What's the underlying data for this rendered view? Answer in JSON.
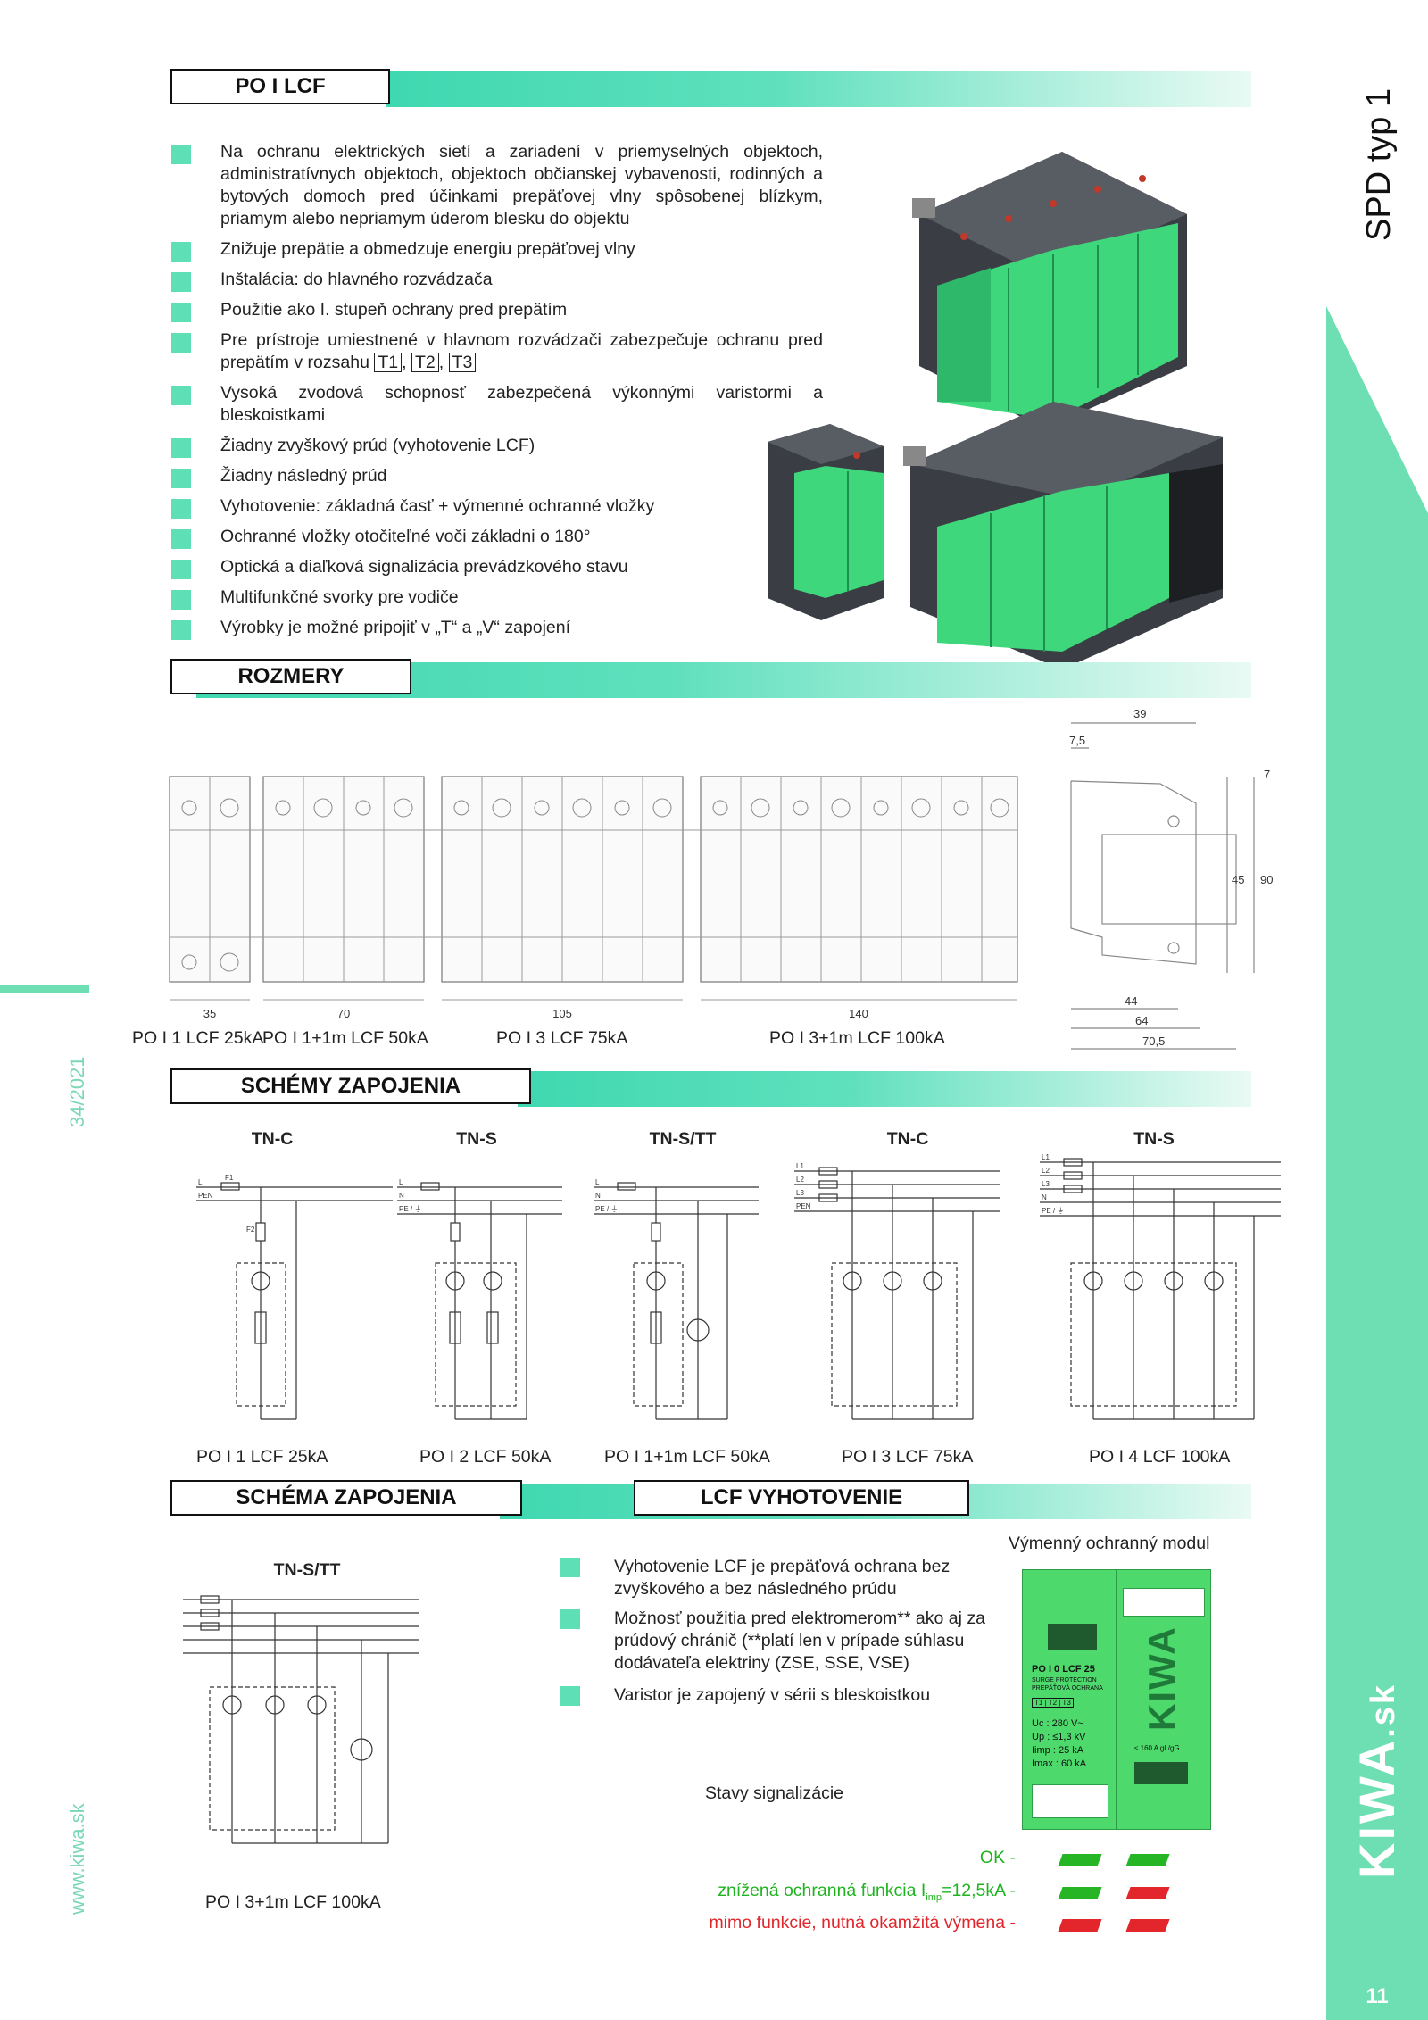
{
  "header": {
    "section_title": "PO I LCF",
    "side_title": "SPD typ 1"
  },
  "features": [
    "Na ochranu elektrických sietí a zariadení v priemyselných objektoch, administratívnych objektoch, objektoch občianskej vybavenosti, rodinných a bytových domoch pred účinkami prepäťovej vlny spôsobenej blízkym, priamym alebo nepriamym úderom blesku do objektu",
    "Znižuje prepätie a obmedzuje energiu prepäťovej vlny",
    "Inštalácia: do hlavného rozvádzača",
    "Použitie ako I. stupeň ochrany pred prepätím",
    "Pre prístroje umiestnené v hlavnom rozvádzači zabezpečuje ochranu pred prepätím v rozsahu",
    "Vysoká zvodová schopnosť zabezpečená výkonnými varistormi a bleskoistkami",
    "Žiadny zvyškový prúd (vyhotovenie LCF)",
    "Žiadny následný prúd",
    "Vyhotovenie: základná časť + výmenné ochranné vložky",
    "Ochranné vložky otočiteľné voči základni o 180°",
    "Optická a diaľková signalizácia prevádzkového stavu",
    "Multifunkčné svorky pre vodiče",
    "Výrobky je možné pripojiť v „T“ a „V“ zapojení"
  ],
  "feature_types": [
    "T1",
    "T2",
    "T3"
  ],
  "sections": {
    "dimensions": "ROZMERY",
    "schemes": "SCHÉMY ZAPOJENIA",
    "scheme": "SCHÉMA ZAPOJENIA",
    "lcf": "LCF VYHOTOVENIE"
  },
  "dimensions": {
    "widths": [
      "35",
      "70",
      "105",
      "140"
    ],
    "labels": [
      "PO I 1 LCF 25kA",
      "PO I 1+1m LCF 50kA",
      "PO I 3 LCF 75kA",
      "PO I 3+1m LCF 100kA"
    ],
    "side": {
      "top": "39",
      "left": "7,5",
      "right_top": "7",
      "h45": "45",
      "h90": "90",
      "b44": "44",
      "b64": "64",
      "b705": "70,5"
    }
  },
  "schemes": [
    {
      "net": "TN-C",
      "label": "PO I 1 LCF 25kA"
    },
    {
      "net": "TN-S",
      "label": "PO I 2 LCF 50kA"
    },
    {
      "net": "TN-S/TT",
      "label": "PO I 1+1m LCF 50kA"
    },
    {
      "net": "TN-C",
      "label": "PO I 3 LCF 75kA"
    },
    {
      "net": "TN-S",
      "label": "PO I 4 LCF 100kA"
    }
  ],
  "scheme_single": {
    "net": "TN-S/TT",
    "label": "PO I 3+1m LCF 100kA"
  },
  "wire_labels": {
    "L": "L",
    "PEN": "PEN",
    "N": "N",
    "PE": "PE / ⏚",
    "L1": "L1",
    "L2": "L2",
    "L3": "L3",
    "F1": "F1",
    "F2": "F2"
  },
  "lcf": {
    "items": [
      "Vyhotovenie LCF je prepäťová ochrana bez zvyškového a bez následného prúdu",
      "Možnosť použitia pred elektromerom** ako aj za prúdový chránič (**platí len v prípade súhlasu dodávateľa elektriny (ZSE, SSE, VSE)",
      "Varistor je zapojený v sérii s bleskoistkou"
    ],
    "module_title": "Výmenný ochranný modul",
    "module": {
      "name": "PO I 0 LCF 25",
      "sub1": "SURGE PROTECTION",
      "sub2": "PREPÄŤOVÁ OCHRANA",
      "types": "T1 | T2 | T3",
      "uc": "Uc : 280 V~",
      "up": "Up : ≤1,3 kV",
      "iimp": "Iimp : 25 kA",
      "imax": "Imax : 60 kA",
      "fuse": "≤ 160 A gL/gG",
      "brand": "KIWA"
    },
    "signal_title": "Stavy signalizácie",
    "signals": [
      {
        "text": "OK -",
        "color": "#1fb31f"
      },
      {
        "text": "znížená ochranná funkcia I",
        "sub": "imp",
        "tail": "=12,5kA -",
        "color": "#1fb31f"
      },
      {
        "text": "mimo funkcie, nutná okamžitá výmena -",
        "color": "#e0262b"
      }
    ],
    "led_colors": {
      "green": "#25b525",
      "red": "#e3262b"
    }
  },
  "footer": {
    "issue": "34/2021",
    "web": "www.kiwa.sk",
    "brand": "KIWA",
    "brand_suffix": ".sk",
    "page": "11"
  },
  "colors": {
    "accent": "#3fd8b0",
    "band": "#6edfb2",
    "text_green": "#7ad8b4"
  }
}
